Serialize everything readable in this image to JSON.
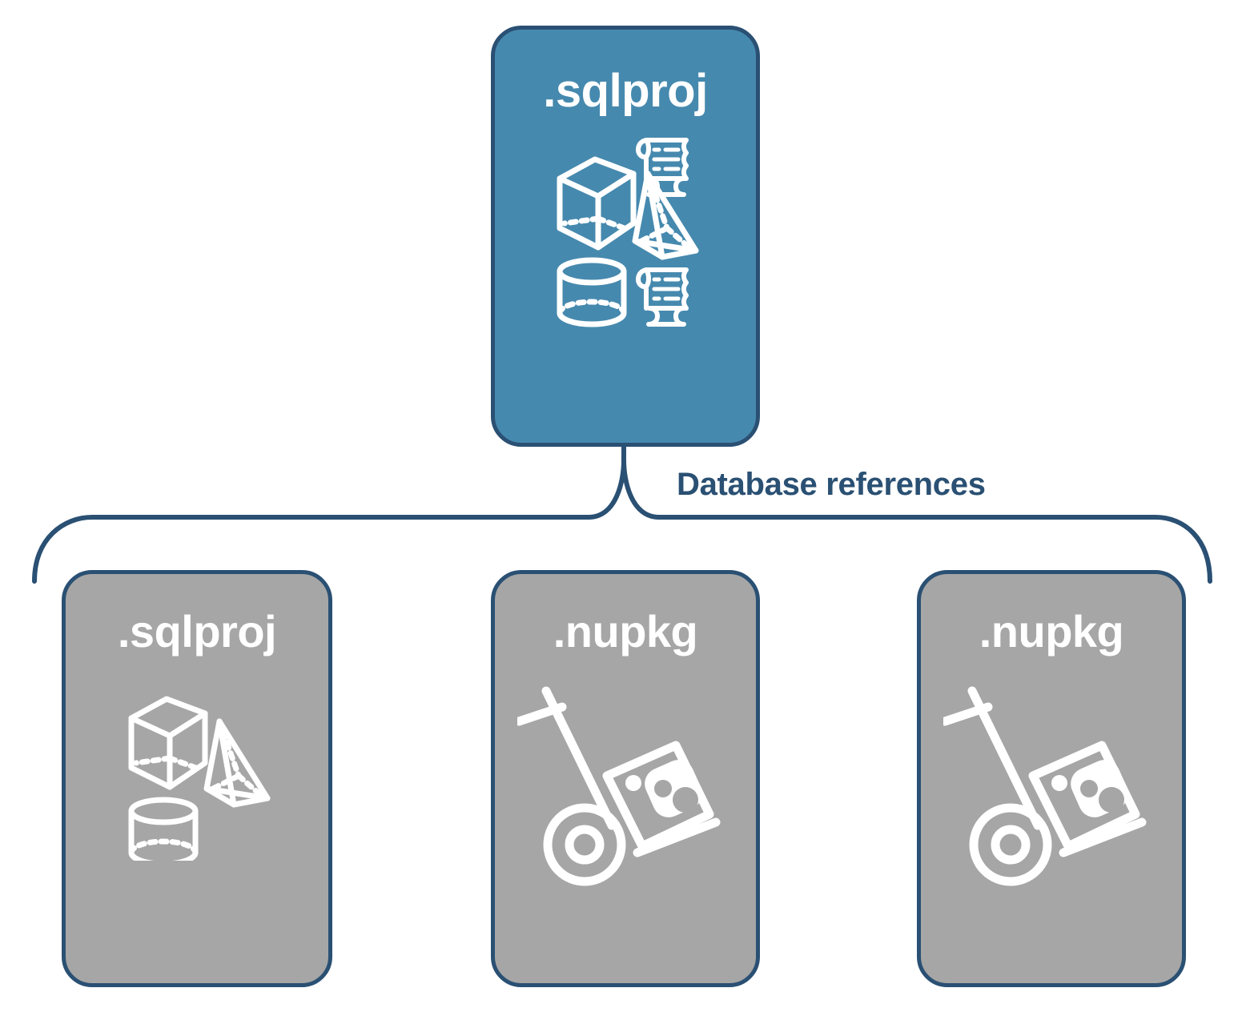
{
  "diagram": {
    "title_text": "Database references",
    "colors": {
      "accent_blue": "#4689AE",
      "neutral_gray": "#A6A6A6",
      "stroke_navy": "#2A5073",
      "icon_white": "#FFFFFF",
      "background": "#FFFFFF"
    },
    "top_node": {
      "label": ".sqlproj",
      "fill": "#4689AE",
      "icon": "database-shapes-and-scripts-icon"
    },
    "connector": {
      "label": "Database references",
      "style": "curly-brace",
      "stroke": "#2A5073",
      "branch_count": 3
    },
    "referenced_nodes": [
      {
        "label": ".sqlproj",
        "fill": "#A6A6A6",
        "icon": "database-shapes-icon"
      },
      {
        "label": ".nupkg",
        "fill": "#A6A6A6",
        "icon": "nuget-package-dolly-icon"
      },
      {
        "label": ".nupkg",
        "fill": "#A6A6A6",
        "icon": "nuget-package-dolly-icon"
      }
    ]
  }
}
